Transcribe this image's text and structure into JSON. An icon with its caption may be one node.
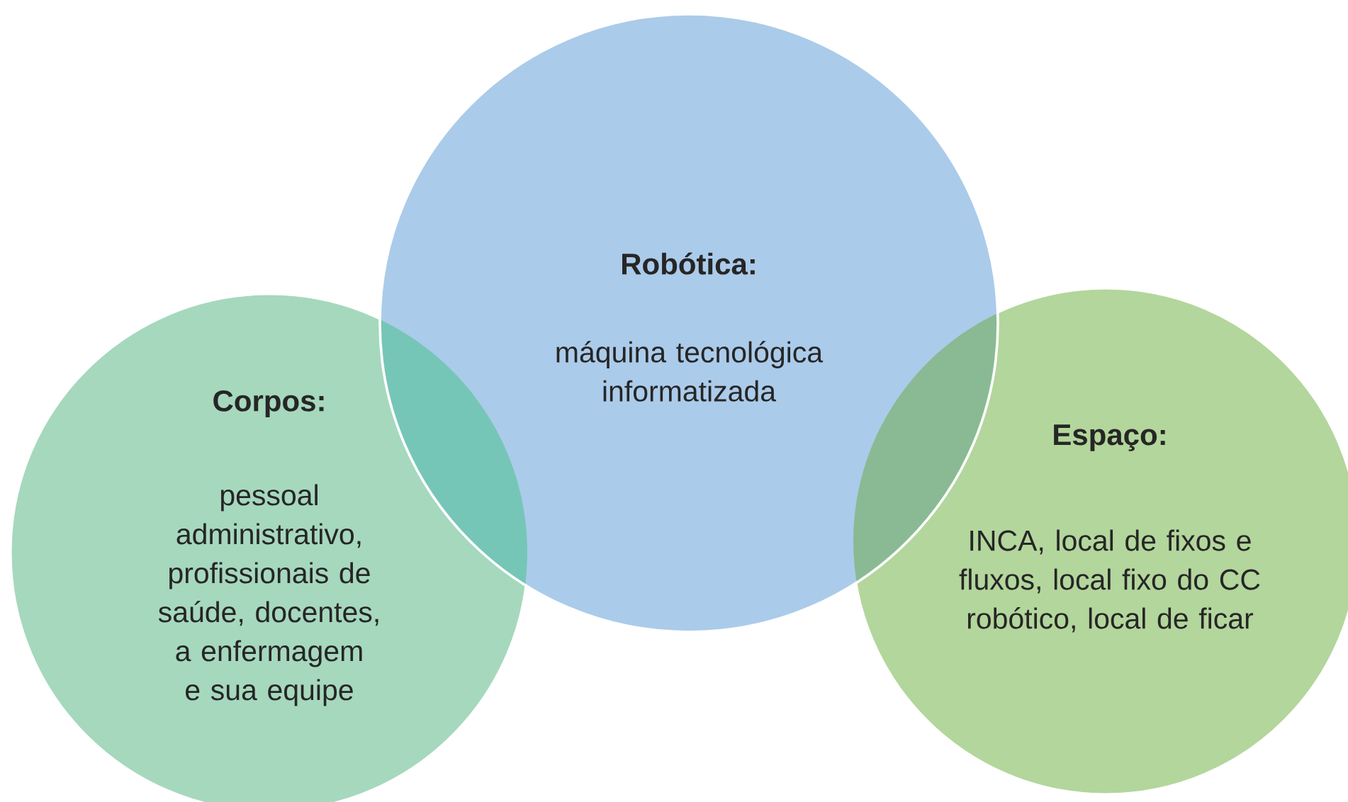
{
  "diagram": {
    "nodes": [
      {
        "text": [
          "Robótica:",
          "máquina tecnológica informatizada"
        ]
      },
      {
        "text": [
          "Corpos:",
          "pessoal administrativo, profissionais de saúde, docentes, a enfermagem e sua equipe"
        ]
      },
      {
        "text": [
          "Espaço:",
          "INCA, local de fixos e fluxos, local fixo do CC robótico, local de ficar"
        ]
      }
    ]
  }
}
